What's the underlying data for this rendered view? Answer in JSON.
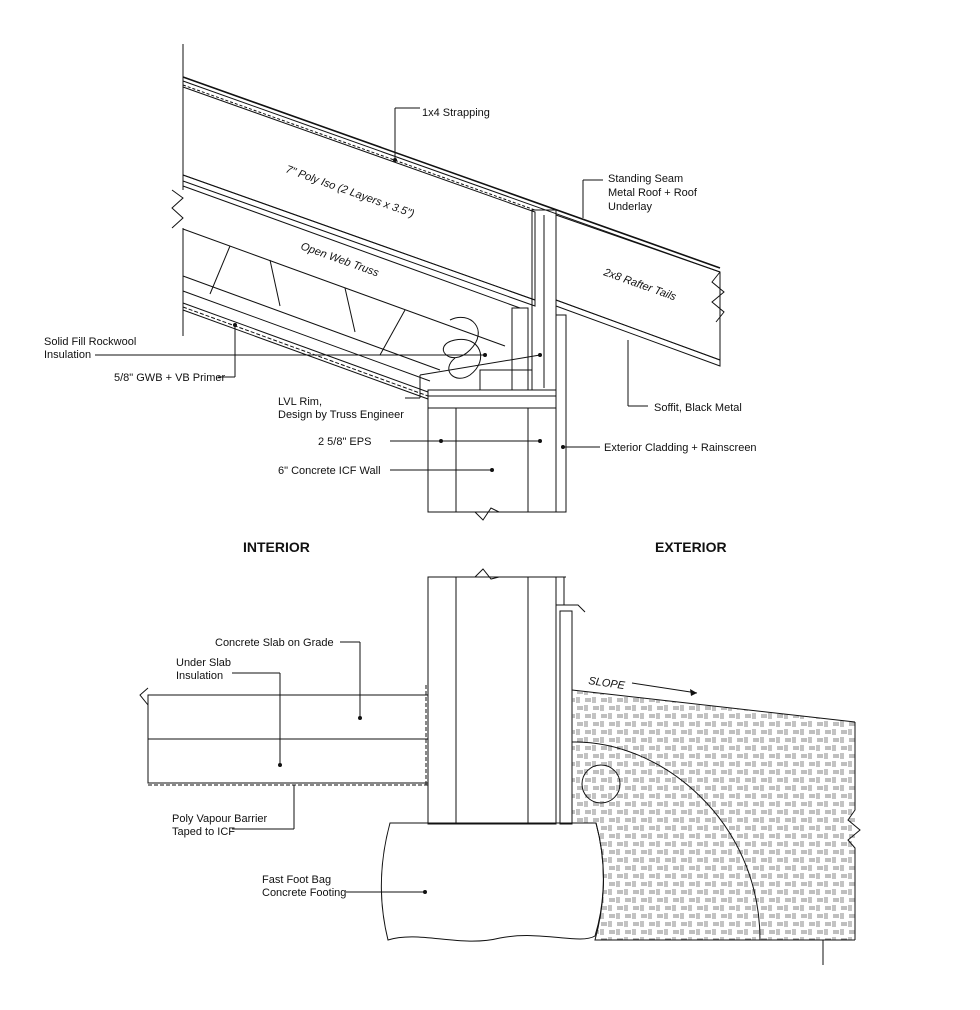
{
  "zones": {
    "interior": "INTERIOR",
    "exterior": "EXTERIOR"
  },
  "labels": {
    "strapping": "1x4 Strapping",
    "standing_seam": [
      "Standing Seam",
      "Metal Roof + Roof",
      "Underlay"
    ],
    "poly_iso": "7\" Poly Iso (2 Layers x 3.5\")",
    "open_web_truss": "Open Web Truss",
    "rafter_tails": "2x8 Rafter Tails",
    "rockwool": [
      "Solid Fill Rockwool",
      "Insulation"
    ],
    "gwb": "5/8\" GWB + VB Primer",
    "lvl_rim": [
      "LVL Rim,",
      "Design by Truss Engineer"
    ],
    "soffit": "Soffit, Black Metal",
    "eps": "2 5/8\" EPS",
    "cladding": "Exterior Cladding + Rainscreen",
    "icf_wall": "6\" Concrete ICF Wall",
    "slab": "Concrete Slab on Grade",
    "under_slab": [
      "Under Slab",
      "Insulation"
    ],
    "slope": "SLOPE",
    "vapour_barrier": [
      "Poly Vapour Barrier",
      "Taped to ICF"
    ],
    "footing": [
      "Fast Foot Bag",
      "Concrete Footing"
    ]
  }
}
